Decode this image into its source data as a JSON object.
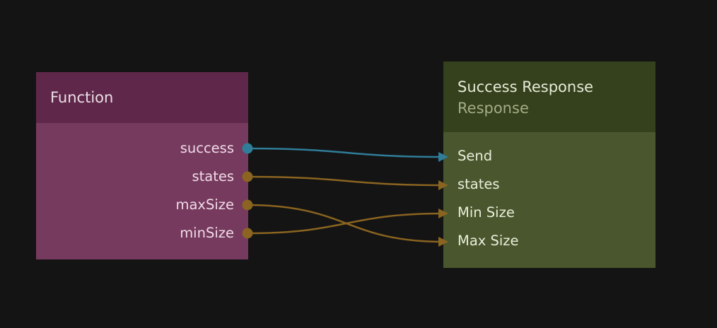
{
  "function_node": {
    "title": "Function",
    "outputs": [
      {
        "label": "success",
        "kind": "signal"
      },
      {
        "label": "states",
        "kind": "value"
      },
      {
        "label": "maxSize",
        "kind": "value"
      },
      {
        "label": "minSize",
        "kind": "value"
      }
    ]
  },
  "response_node": {
    "title": "Success Response",
    "subtitle": "Response",
    "inputs": [
      {
        "label": "Send",
        "kind": "signal"
      },
      {
        "label": "states",
        "kind": "value"
      },
      {
        "label": "Min Size",
        "kind": "value"
      },
      {
        "label": "Max Size",
        "kind": "value"
      }
    ]
  },
  "connections": [
    {
      "from": "success",
      "to": "Send"
    },
    {
      "from": "states",
      "to": "states"
    },
    {
      "from": "maxSize",
      "to": "Max Size"
    },
    {
      "from": "minSize",
      "to": "Min Size"
    }
  ],
  "colors": {
    "background": "#141414",
    "function_header": "#5f284a",
    "function_body": "#763a5e",
    "response_header": "#35411c",
    "response_body": "#4a572e",
    "signal_wire": "#2f7d99",
    "value_wire": "#8a6420"
  }
}
